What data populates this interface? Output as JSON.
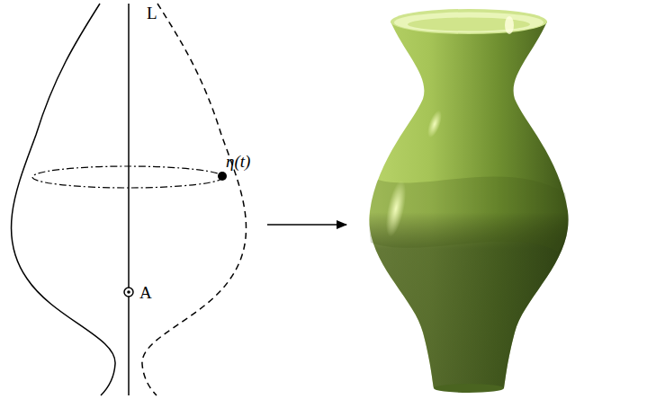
{
  "diagram": {
    "labels": [
      "L",
      "η(t)",
      "A"
    ]
  }
}
